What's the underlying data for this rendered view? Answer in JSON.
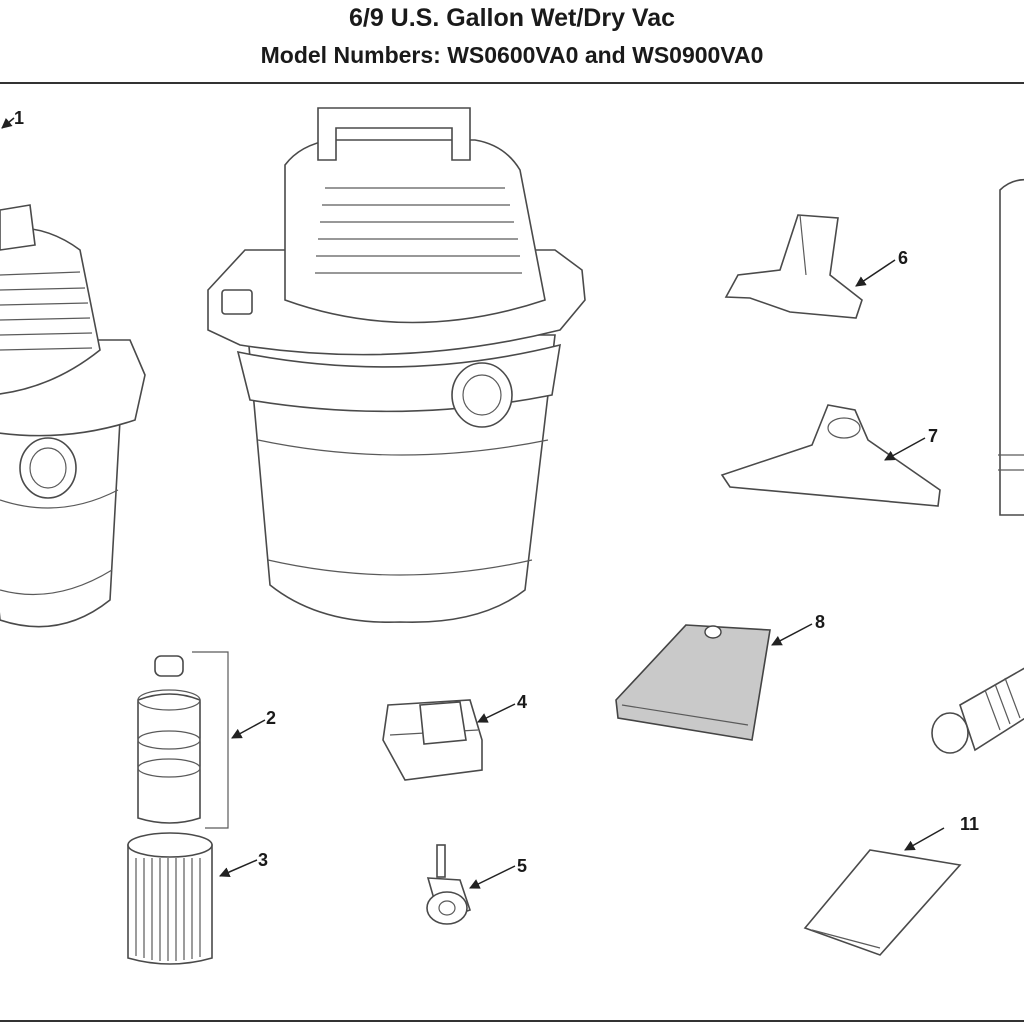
{
  "header": {
    "title": "6/9 U.S. Gallon Wet/Dry Vac",
    "subtitle": "Model Numbers:  WS0600VA0 and WS0900VA0"
  },
  "callouts": [
    "1",
    "2",
    "3",
    "4",
    "5",
    "6",
    "7",
    "8",
    "11"
  ]
}
